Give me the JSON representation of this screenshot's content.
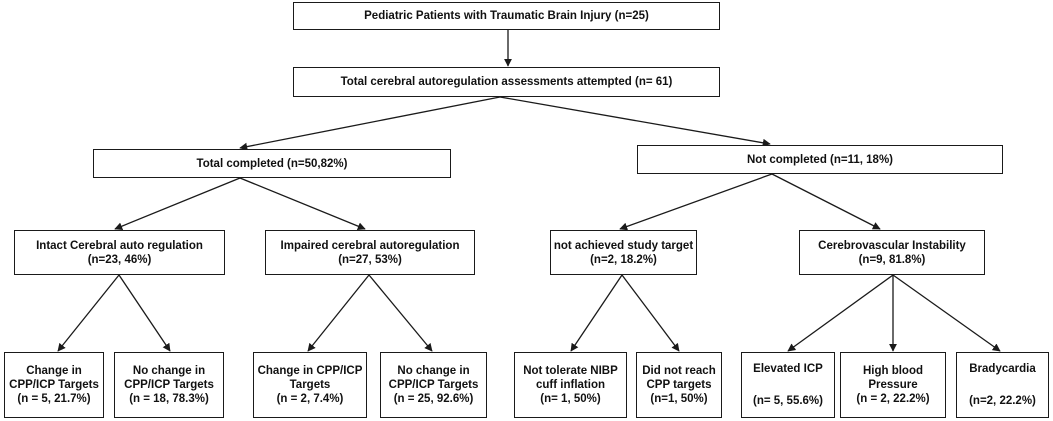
{
  "colors": {
    "box_border": "#1a1a1a",
    "text": "#111111",
    "arrow": "#1a1a1a",
    "background": "#ffffff"
  },
  "nodes": {
    "root": {
      "line1": "Pediatric Patients with Traumatic Brain Injury (n=25)"
    },
    "attempted": {
      "line1": "Total cerebral autoregulation assessments attempted (n= 61)"
    },
    "completed": {
      "line1": "Total completed  (n=50,82%)"
    },
    "not_completed": {
      "line1": "Not completed (n=11, 18%)"
    },
    "intact": {
      "line1": "Intact Cerebral auto regulation",
      "line2": "(n=23, 46%)"
    },
    "impaired": {
      "line1": "Impaired cerebral autoregulation",
      "line2": "(n=27, 53%)"
    },
    "not_achieved": {
      "line1": "not achieved study target",
      "line2": "(n=2, 18.2%)"
    },
    "instability": {
      "line1": "Cerebrovascular Instability",
      "line2": "(n=9, 81.8%)"
    },
    "intact_change": {
      "line1": "Change in",
      "line2": "CPP/ICP Targets",
      "line3": "(n = 5, 21.7%)"
    },
    "intact_nochange": {
      "line1": "No change in",
      "line2": "CPP/ICP Targets",
      "line3": "(n = 18, 78.3%)"
    },
    "impaired_change": {
      "line1": "Change in CPP/ICP",
      "line2": "Targets",
      "line3": "(n = 2, 7.4%)"
    },
    "impaired_nochange": {
      "line1": "No change  in",
      "line2": "CPP/ICP Targets",
      "line3": "(n = 25, 92.6%)"
    },
    "nibp": {
      "line1": "Not tolerate NIBP",
      "line2": "cuff inflation",
      "line3": "(n= 1, 50%)"
    },
    "cpp": {
      "line1": "Did not reach",
      "line2": "CPP targets",
      "line3": "(n=1, 50%)"
    },
    "icp": {
      "line1": "Elevated ICP",
      "line2": "(n= 5, 55.6%)"
    },
    "bp": {
      "line1": "High blood",
      "line2": "Pressure",
      "line3": "(n = 2, 22.2%)"
    },
    "brady": {
      "line1": "Bradycardia",
      "line2": "(n=2, 22.2%)"
    }
  }
}
